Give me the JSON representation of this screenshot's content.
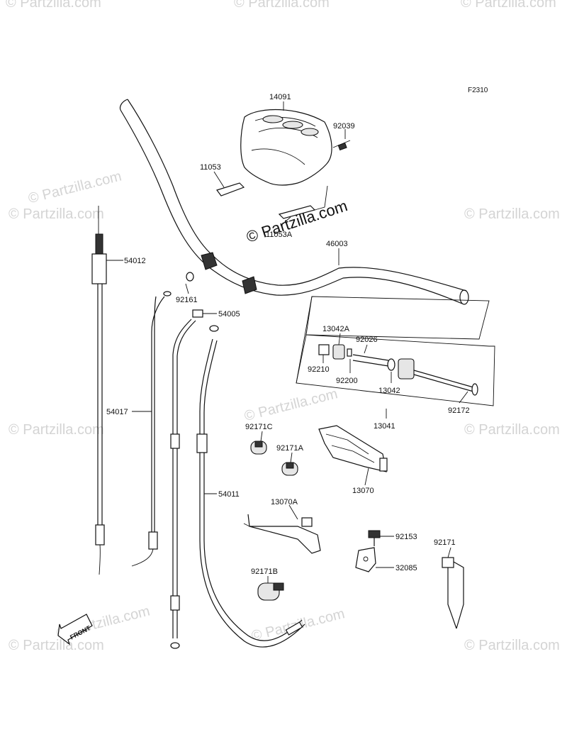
{
  "figure_code": "F2310",
  "watermark": "© Partzilla.com",
  "front_marker": "FRONT",
  "parts": [
    {
      "id": "p14091",
      "number": "14091"
    },
    {
      "id": "p92039",
      "number": "92039"
    },
    {
      "id": "p11053",
      "number": "11053"
    },
    {
      "id": "p11053A",
      "number": "11053A"
    },
    {
      "id": "p46003",
      "number": "46003"
    },
    {
      "id": "p54012",
      "number": "54012"
    },
    {
      "id": "p92161",
      "number": "92161"
    },
    {
      "id": "p54005",
      "number": "54005"
    },
    {
      "id": "p13042A",
      "number": "13042A"
    },
    {
      "id": "p92026",
      "number": "92026"
    },
    {
      "id": "p92210",
      "number": "92210"
    },
    {
      "id": "p92200",
      "number": "92200"
    },
    {
      "id": "p13042",
      "number": "13042"
    },
    {
      "id": "p92172",
      "number": "92172"
    },
    {
      "id": "p54017",
      "number": "54017"
    },
    {
      "id": "p13041",
      "number": "13041"
    },
    {
      "id": "p92171C",
      "number": "92171C"
    },
    {
      "id": "p92171A",
      "number": "92171A"
    },
    {
      "id": "p13070",
      "number": "13070"
    },
    {
      "id": "p54011",
      "number": "54011"
    },
    {
      "id": "p13070A",
      "number": "13070A"
    },
    {
      "id": "p92153",
      "number": "92153"
    },
    {
      "id": "p92171",
      "number": "92171"
    },
    {
      "id": "p32085",
      "number": "32085"
    },
    {
      "id": "p92171B",
      "number": "92171B"
    }
  ]
}
